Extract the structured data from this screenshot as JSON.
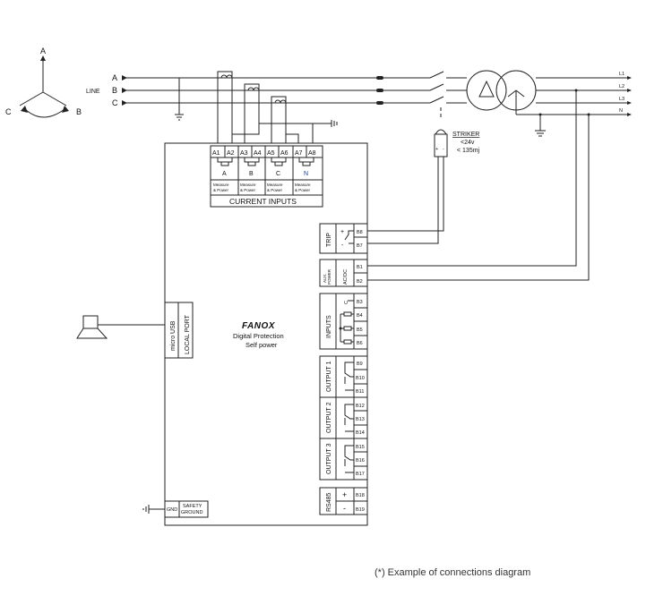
{
  "phasor": {
    "a": "A",
    "b": "B",
    "c": "C"
  },
  "line": {
    "label": "LINE",
    "phases": [
      "A",
      "B",
      "C"
    ]
  },
  "outputs": [
    "L1",
    "L2",
    "L3",
    "N"
  ],
  "striker": {
    "title": "STRIKER",
    "voltage": "<24v",
    "energy": "< 135mj",
    "plus": "+",
    "minus": "-"
  },
  "current_inputs": {
    "terminals": [
      "A1",
      "A2",
      "A3",
      "A4",
      "A5",
      "A6",
      "A7",
      "A8"
    ],
    "phases": [
      "A",
      "B",
      "C",
      "N"
    ],
    "function": "Measure & Power",
    "function_l1": "Measure",
    "function_l2": "& Power",
    "title": "CURRENT INPUTS"
  },
  "device": {
    "brand": "FANOX",
    "line1": "Digital Protection",
    "line2": "Self power"
  },
  "local_port": {
    "usb": "micro USB",
    "label": "LOCAL PORT"
  },
  "ground": {
    "gnd": "GND",
    "safety1": "SAFETY",
    "safety2": "GROUND"
  },
  "blocks": {
    "trip": {
      "label": "TRIP",
      "plus": "+",
      "minus": "-",
      "terminals": [
        "B8",
        "B7"
      ]
    },
    "aux": {
      "label1": "AUX.",
      "label2": "POWER",
      "type": "AC/DC",
      "terminals": [
        "B1",
        "B2"
      ]
    },
    "inputs": {
      "label": "INPUTS",
      "common": "C",
      "terminals": [
        "B3",
        "B4",
        "B5",
        "B6"
      ]
    },
    "output1": {
      "label": "OUTPUT 1",
      "terminals": [
        "B9",
        "B10",
        "B11"
      ]
    },
    "output2": {
      "label": "OUTPUT 2",
      "terminals": [
        "B12",
        "B13",
        "B14"
      ]
    },
    "output3": {
      "label": "OUTPUT 3",
      "terminals": [
        "B15",
        "B16",
        "B17"
      ]
    },
    "rs485": {
      "label": "RS485",
      "plus": "+",
      "minus": "-",
      "terminals": [
        "B18",
        "B19"
      ]
    }
  },
  "footnote": "(*) Example of connections diagram"
}
